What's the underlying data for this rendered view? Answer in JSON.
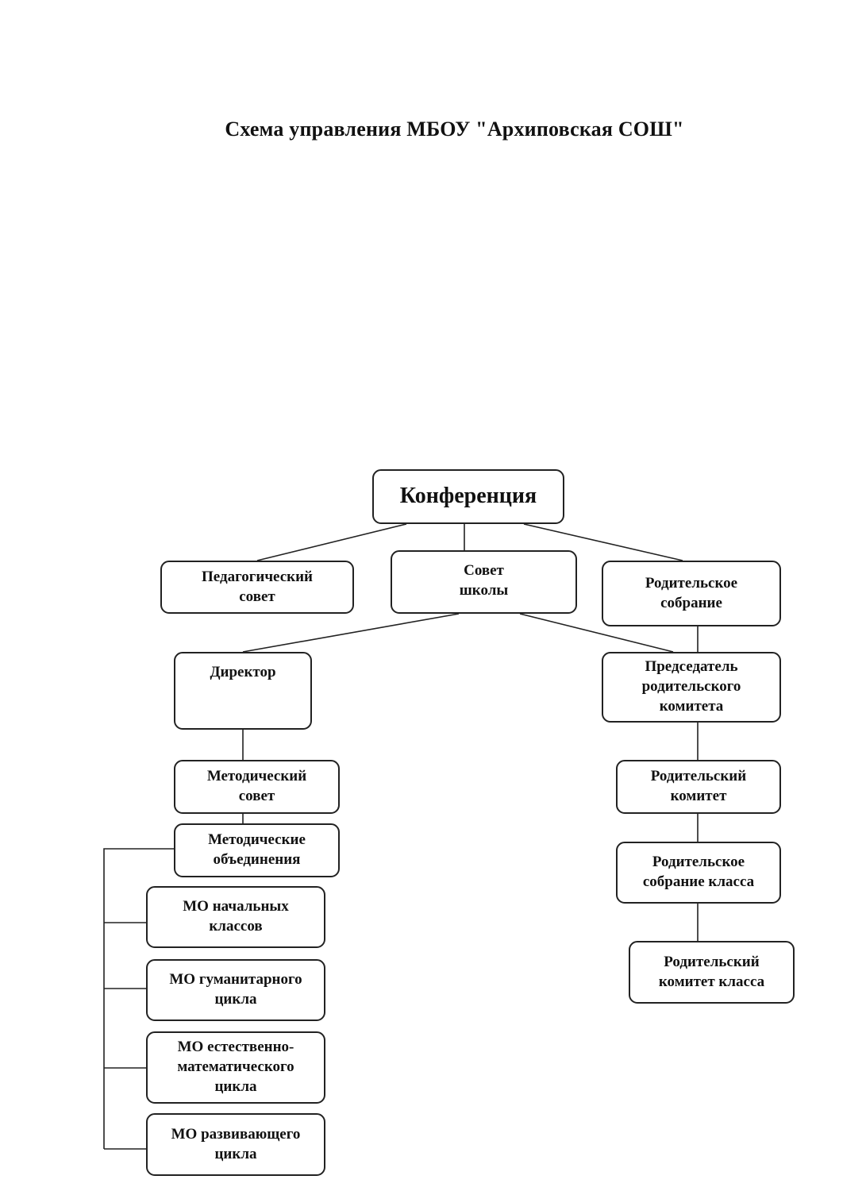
{
  "title": "Схема управления МБОУ \"Архиповская СОШ\"",
  "nodes": {
    "conference": "Конференция",
    "school_council": "Совет\nшколы",
    "pedagogical_council": "Педагогический\nсовет",
    "parent_meeting": "Родительское\nсобрание",
    "director": "Директор",
    "committee_chair": "Председатель\nродительского\nкомитета",
    "methodical_council": "Методический\nсовет",
    "parent_committee": "Родительский\nкомитет",
    "methodical_associations": "Методические\nобъединения",
    "class_parent_meeting": "Родительское\nсобрание класса",
    "mo_primary": "МО начальных\nклассов",
    "class_parent_committee": "Родительский\nкомитет класса",
    "mo_humanities": "МО гуманитарного\nцикла",
    "mo_science_math": "МО естественно-\nматематического\nцикла",
    "mo_developmental": "МО развивающего\nцикла"
  }
}
